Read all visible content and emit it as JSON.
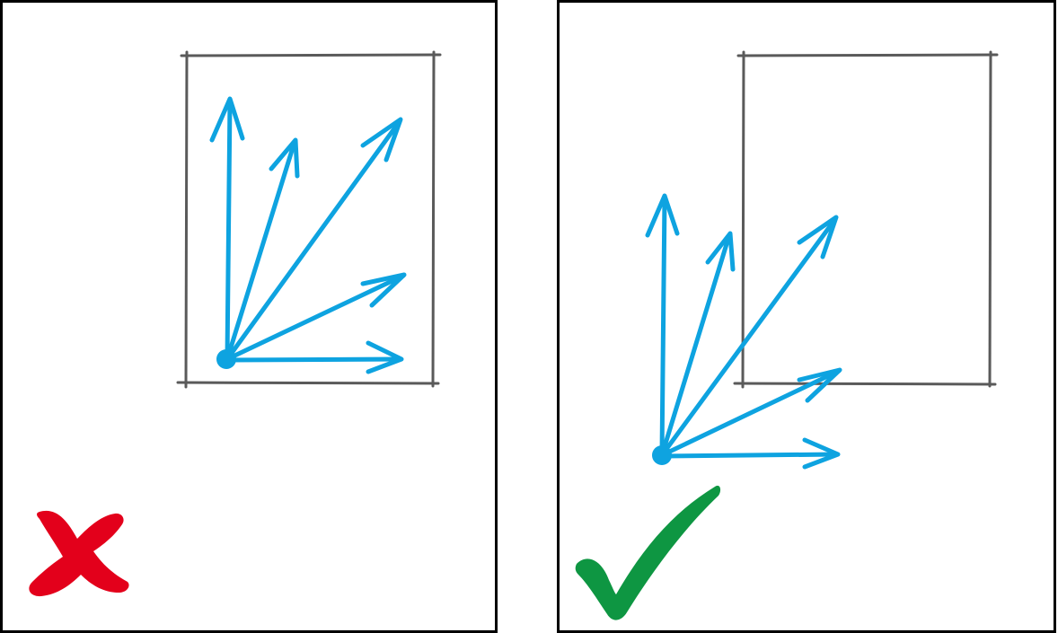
{
  "colors": {
    "frame": "#000000",
    "box": "#5a5a5a",
    "arrow": "#0ea3e0",
    "incorrect": "#e3001b",
    "correct": "#0e9642",
    "background": "#ffffff"
  },
  "panels": [
    {
      "id": "incorrect",
      "verdict_icon": "cross-mark-icon",
      "arrow_count": 5,
      "arrows_inside_box": true
    },
    {
      "id": "correct",
      "verdict_icon": "check-mark-icon",
      "arrow_count": 5,
      "arrows_inside_box": false
    }
  ]
}
